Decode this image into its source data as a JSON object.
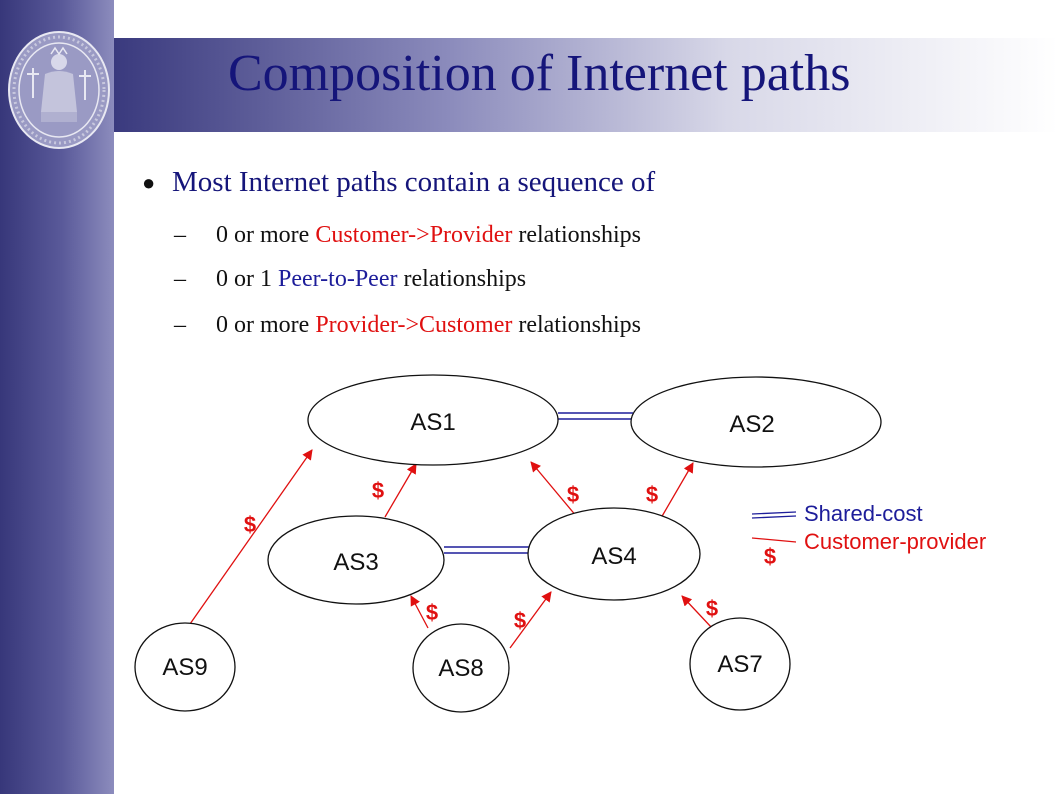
{
  "slide": {
    "title": "Composition of Internet paths",
    "bullet": {
      "symbol": "●",
      "text": "Most Internet paths contain a sequence of"
    },
    "sub_items": [
      {
        "dash": "–",
        "prefix": "0 or more ",
        "highlight": "Customer->Provider",
        "suffix": " relationships",
        "highlight_color": "#e01010"
      },
      {
        "dash": "–",
        "prefix": "0 or 1 ",
        "highlight": "Peer-to-Peer",
        "suffix": " relationships",
        "highlight_color": "#1d1d9a"
      },
      {
        "dash": "–",
        "prefix": "0 or more ",
        "highlight": "Provider->Customer",
        "suffix": " relationships",
        "highlight_color": "#e01010"
      }
    ]
  },
  "diagram": {
    "nodes": [
      {
        "id": "AS1",
        "label": "AS1"
      },
      {
        "id": "AS2",
        "label": "AS2"
      },
      {
        "id": "AS3",
        "label": "AS3"
      },
      {
        "id": "AS4",
        "label": "AS4"
      },
      {
        "id": "AS9",
        "label": "AS9"
      },
      {
        "id": "AS8",
        "label": "AS8"
      },
      {
        "id": "AS7",
        "label": "AS7"
      }
    ],
    "peer_links": [
      {
        "from": "AS1",
        "to": "AS2"
      },
      {
        "from": "AS3",
        "to": "AS4"
      }
    ],
    "customer_provider_links": [
      {
        "from": "AS9",
        "to": "AS1",
        "label": "$"
      },
      {
        "from": "AS3",
        "to": "AS1",
        "label": "$"
      },
      {
        "from": "AS4",
        "to": "AS1",
        "label": "$"
      },
      {
        "from": "AS4",
        "to": "AS2",
        "label": "$"
      },
      {
        "from": "AS8",
        "to": "AS3",
        "label": "$"
      },
      {
        "from": "AS8",
        "to": "AS4",
        "label": "$"
      },
      {
        "from": "AS7",
        "to": "AS4",
        "label": "$"
      }
    ],
    "legend": {
      "shared_cost": "Shared-cost",
      "customer_provider": "Customer-provider",
      "customer_provider_symbol": "$"
    },
    "colors": {
      "peer_line": "#1d1d9a",
      "customer_provider_line": "#e01010",
      "node_stroke": "#111111",
      "title": "#15157a"
    }
  }
}
